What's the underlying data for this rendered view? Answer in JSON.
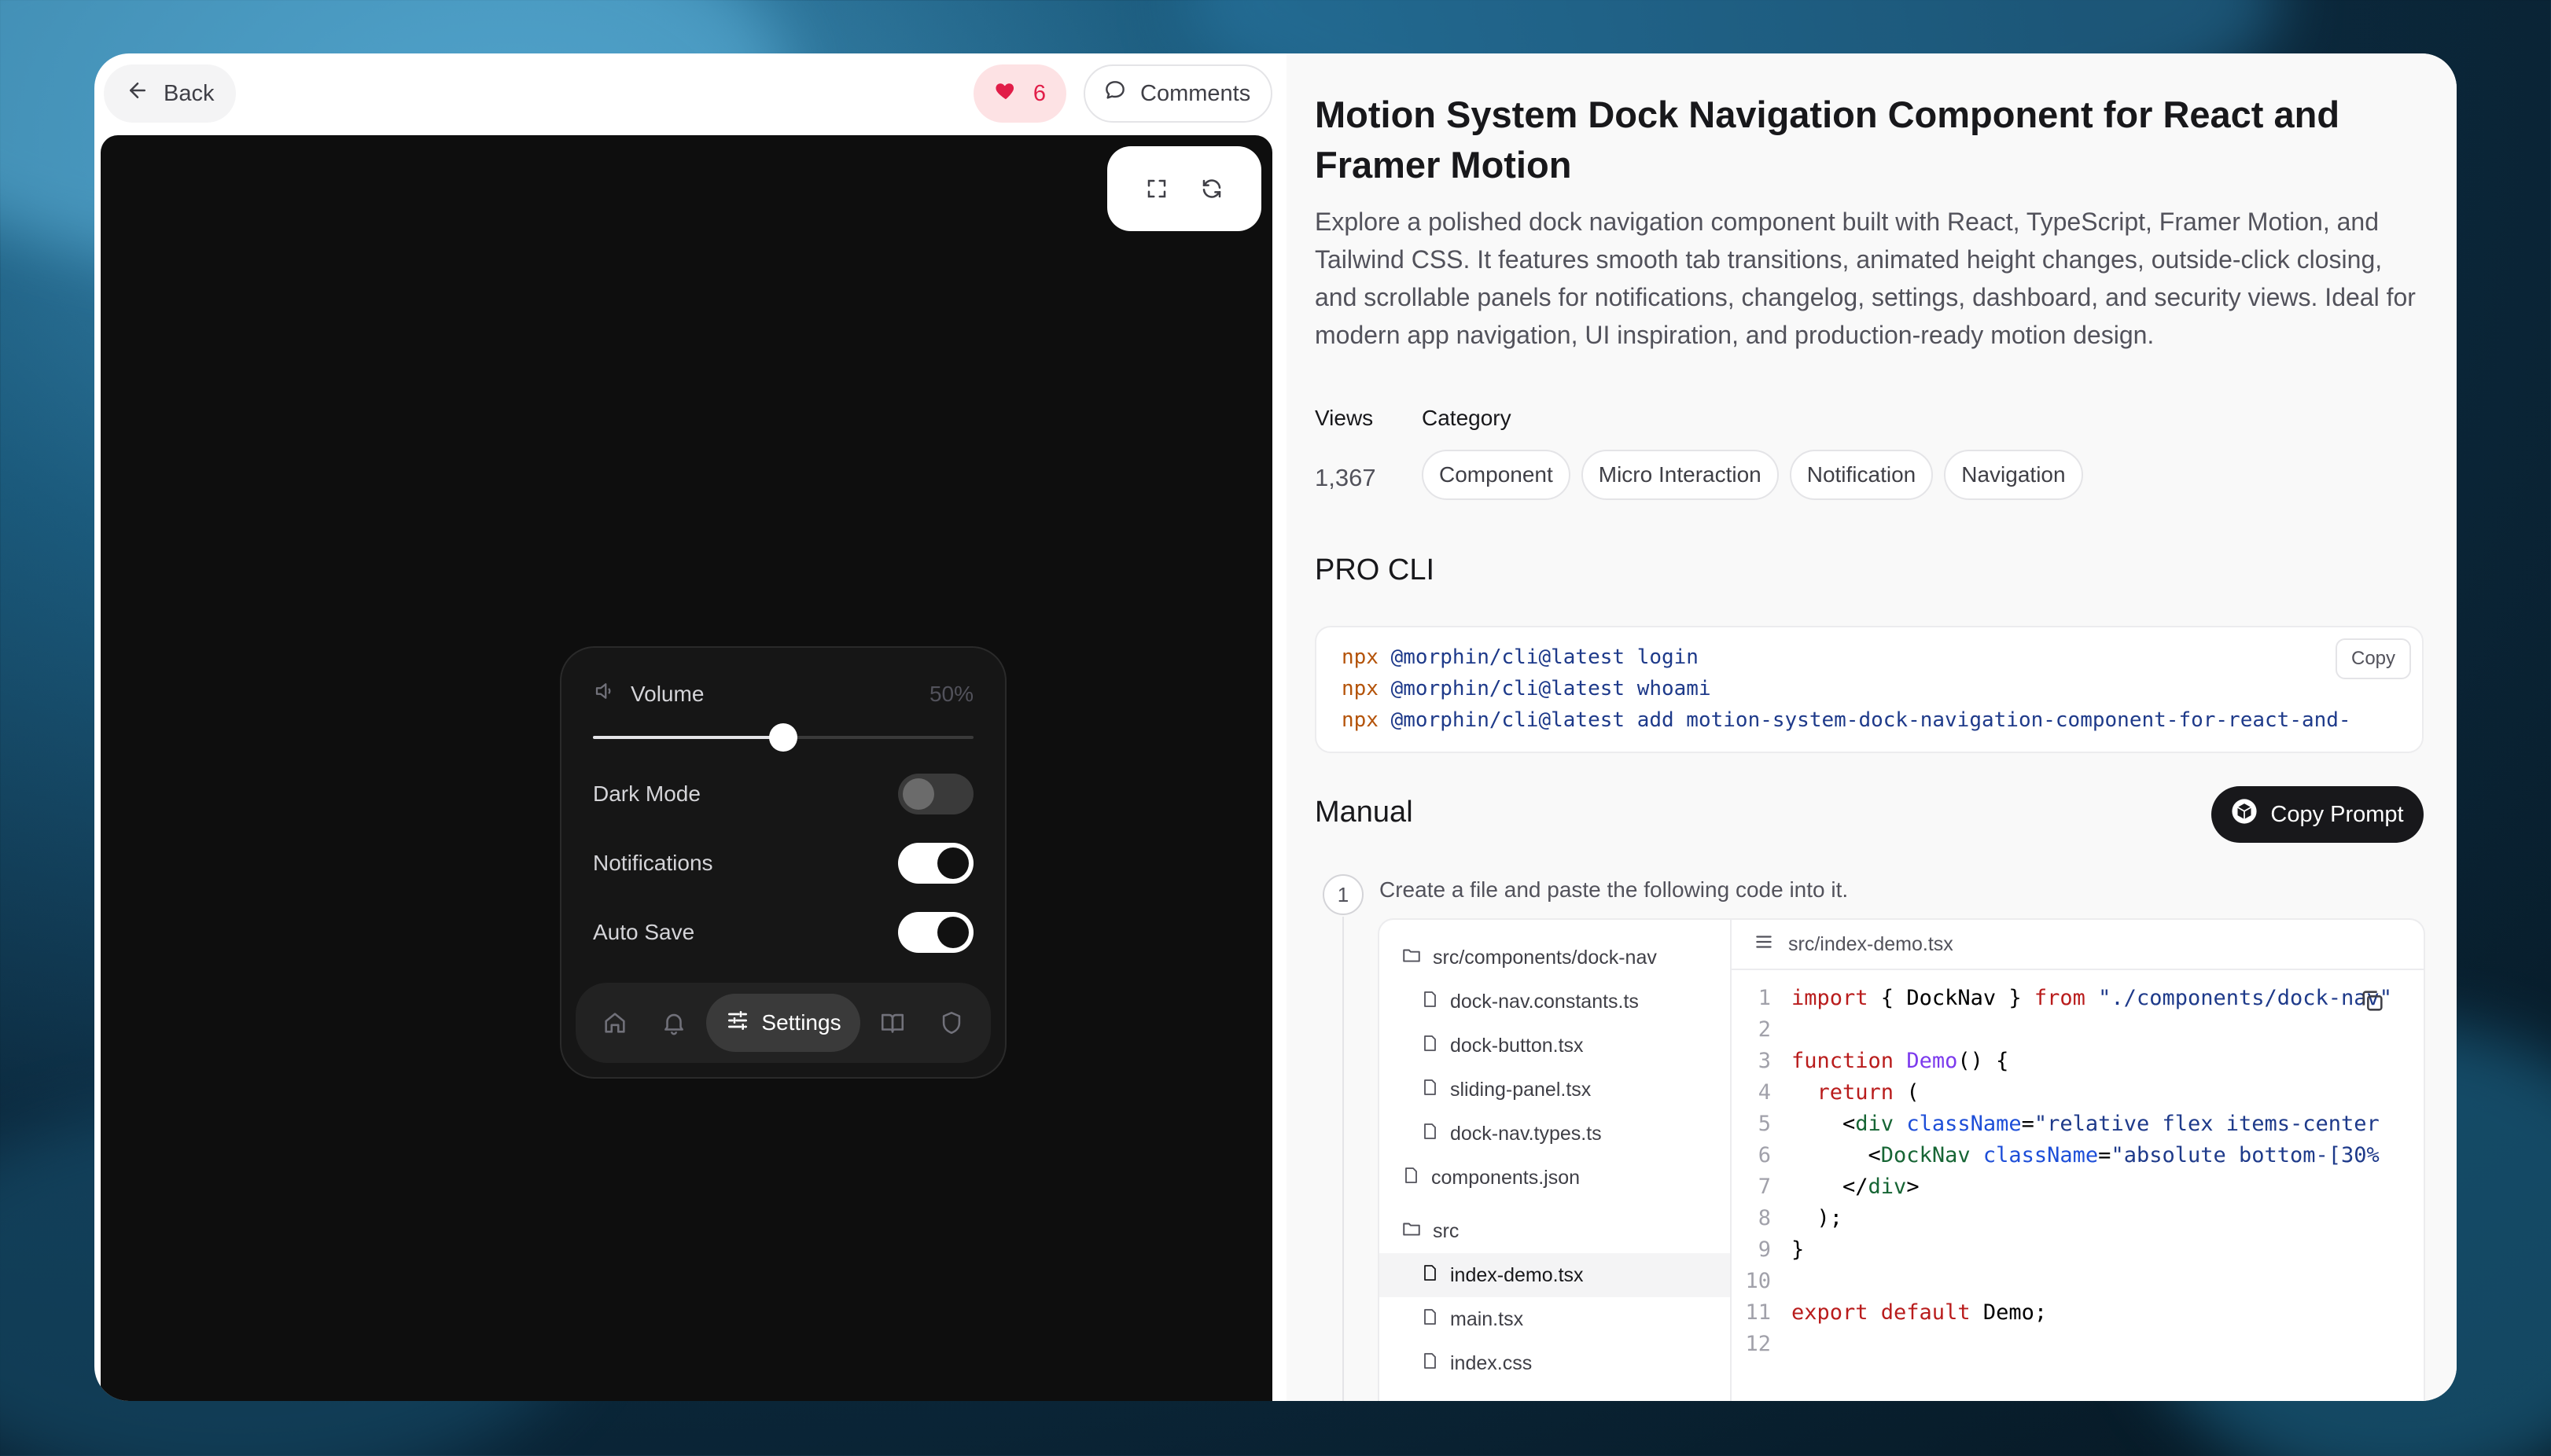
{
  "left": {
    "back_label": "Back",
    "like_count": "6",
    "comments_label": "Comments"
  },
  "dock": {
    "volume_label": "Volume",
    "volume_percent": "50%",
    "volume_value": 0.5,
    "dark_mode_label": "Dark Mode",
    "dark_mode_on": false,
    "notifications_label": "Notifications",
    "notifications_on": true,
    "auto_save_label": "Auto Save",
    "auto_save_on": true,
    "active_tab_label": "Settings"
  },
  "right": {
    "title": "Motion System Dock Navigation Component for React and Framer Motion",
    "description": "Explore a polished dock navigation component built with React, TypeScript, Framer Motion, and Tailwind CSS. It features smooth tab transitions, animated height changes, outside-click closing, and scrollable panels for notifications, changelog, settings, dashboard, and security views. Ideal for modern app navigation, UI inspiration, and production-ready motion design.",
    "views_label": "Views",
    "views_value": "1,367",
    "category_label": "Category",
    "categories": [
      "Component",
      "Micro Interaction",
      "Notification",
      "Navigation"
    ],
    "pro_cli_heading": "PRO CLI",
    "cli_copy_label": "Copy",
    "cli_lines": [
      {
        "cmd": "npx",
        "arg": "@morphin/cli@latest login"
      },
      {
        "cmd": "npx",
        "arg": "@morphin/cli@latest whoami"
      },
      {
        "cmd": "npx",
        "arg": "@morphin/cli@latest add motion-system-dock-navigation-component-for-react-and-"
      }
    ],
    "manual_heading": "Manual",
    "copy_prompt_label": "Copy Prompt",
    "step_number": "1",
    "step_text": "Create a file and paste the following code into it.",
    "tree": [
      {
        "label": "src/components/dock-nav",
        "type": "folder",
        "level": 0
      },
      {
        "label": "dock-nav.constants.ts",
        "type": "file",
        "level": 1
      },
      {
        "label": "dock-button.tsx",
        "type": "file",
        "level": 1
      },
      {
        "label": "sliding-panel.tsx",
        "type": "file",
        "level": 1
      },
      {
        "label": "dock-nav.types.ts",
        "type": "file",
        "level": 1
      },
      {
        "label": "components.json",
        "type": "file",
        "level": 0
      },
      {
        "label": "src",
        "type": "folder",
        "level": 0
      },
      {
        "label": "index-demo.tsx",
        "type": "file",
        "level": 1,
        "active": true
      },
      {
        "label": "main.tsx",
        "type": "file",
        "level": 1
      },
      {
        "label": "index.css",
        "type": "file",
        "level": 1
      }
    ],
    "code_filename": "src/index-demo.tsx",
    "code_lines": [
      "1",
      "2",
      "3",
      "4",
      "5",
      "6",
      "7",
      "8",
      "9",
      "10",
      "11",
      "12"
    ]
  }
}
